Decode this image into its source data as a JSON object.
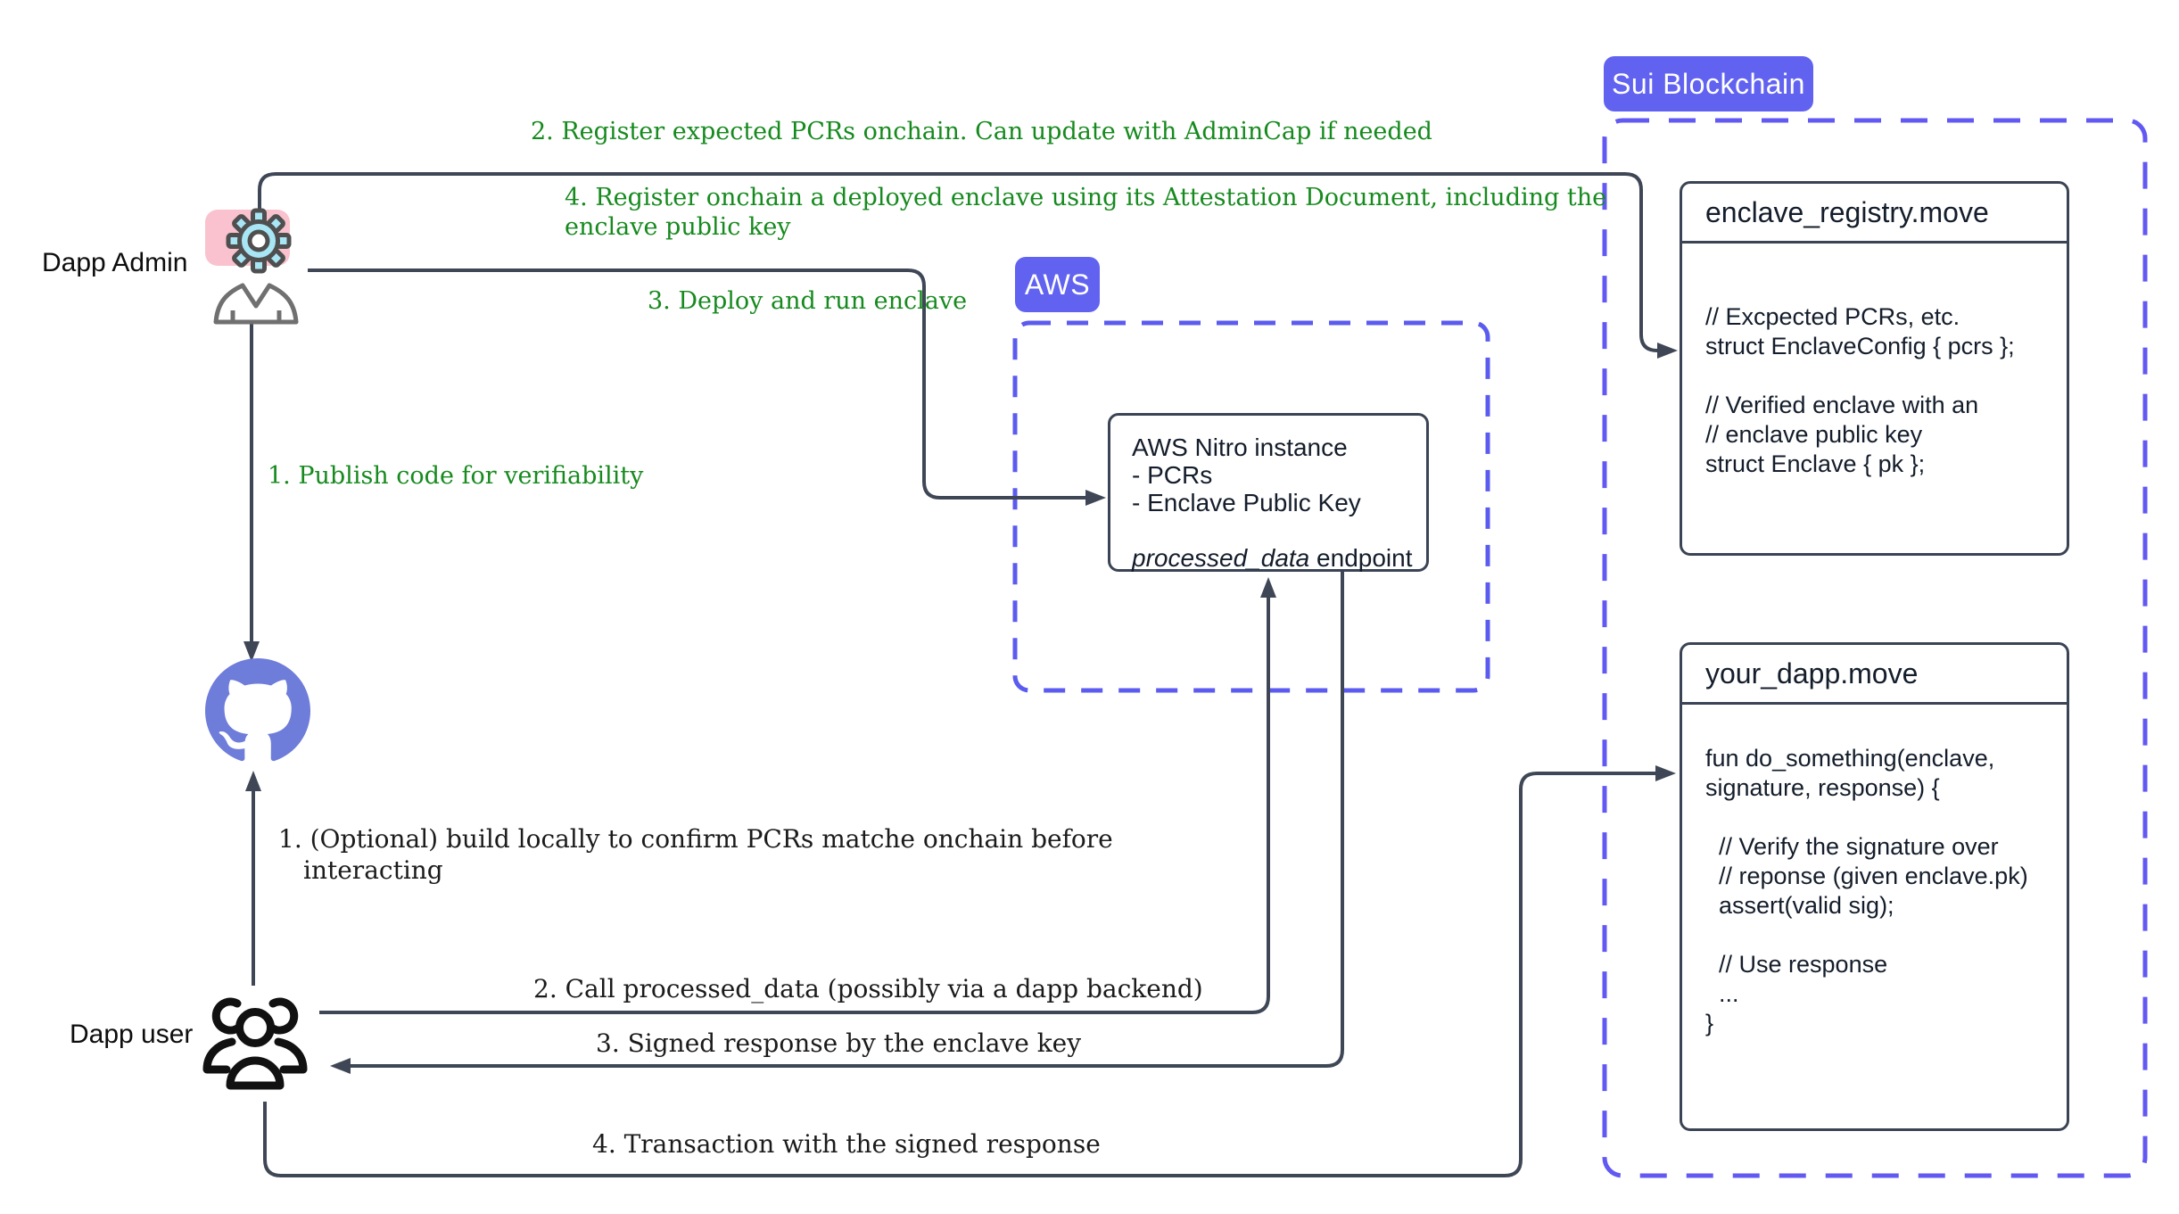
{
  "colors": {
    "line": "#3f4756",
    "annotation_green": "#168a1e",
    "chip_purple": "#6163f0",
    "sui_dashed_border": "#6159f2",
    "aws_dashed_border": "#5b5bf0",
    "github_circle": "#6e7cda",
    "admin_pink": "#f9c2ce",
    "gear_cyan": "#a9e6f5"
  },
  "labels": {
    "dapp_admin": "Dapp Admin",
    "dapp_user": "Dapp user",
    "aws": "AWS",
    "sui": "Sui Blockchain"
  },
  "icons": {
    "admin": "gear-icon with person",
    "github": "github-octocat-icon",
    "user": "users-group-icon"
  },
  "annotations": {
    "green": {
      "publish": "1. Publish code for verifiability",
      "register_pcrs": "2. Register expected PCRs onchain. Can update with AdminCap if needed",
      "deploy": "3. Deploy and run enclave",
      "register_enclave_line1": "4. Register onchain a deployed enclave using its Attestation Document, including the",
      "register_enclave_line2": "enclave public key"
    },
    "black": {
      "build_line1": "1. (Optional) build locally to confirm PCRs matche onchain before",
      "build_line2": "interacting",
      "call": "2. Call processed_data (possibly via a dapp backend)",
      "signed": "3. Signed response by the enclave key",
      "transaction": "4. Transaction with the signed response"
    }
  },
  "aws_nitro": {
    "lines": [
      "AWS Nitro instance",
      "- PCRs",
      "- Enclave Public Key"
    ],
    "endpoint_em": "processed_data",
    "endpoint_rest": " endpoint"
  },
  "registry": {
    "title": "enclave_registry.move",
    "lines": [
      "// Excpected PCRs, etc.",
      "struct EnclaveConfig { pcrs };",
      "",
      "// Verified enclave with an",
      "// enclave public key",
      "struct Enclave { pk };"
    ]
  },
  "dapp": {
    "title": "your_dapp.move",
    "lines": [
      "fun do_something(enclave,",
      "signature, response) {",
      "",
      "  // Verify the signature over",
      "  // reponse (given enclave.pk)",
      "  assert(valid sig);",
      "",
      "  // Use response",
      "  ...",
      "}"
    ]
  }
}
